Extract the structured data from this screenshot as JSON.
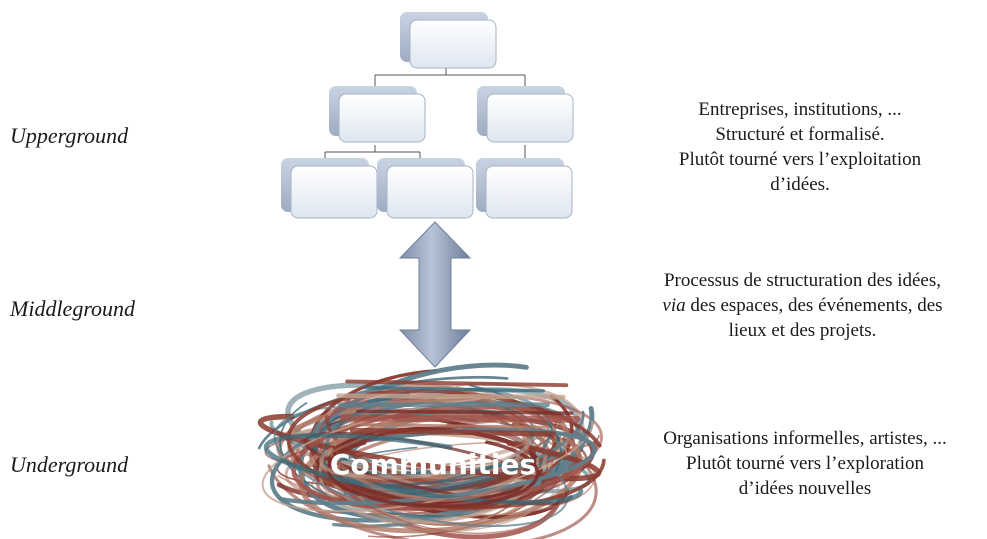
{
  "layers": {
    "upper": "Upperground",
    "middle": "Middleground",
    "under": "Underground"
  },
  "descriptions": {
    "upper": [
      "Entreprises, institutions, ...",
      "Structuré et formalisé.",
      "Plutôt tourné vers l’exploitation",
      "d’idées."
    ],
    "middle": {
      "line1": "Processus de structuration des idées,",
      "line2_italic": "via",
      "line2_rest": " des espaces, des événements, des",
      "line3": "lieux et des projets."
    },
    "under": [
      "Organisations informelles, artistes, ...",
      "Plutôt tourné vers l’exploration",
      "d’idées nouvelles"
    ]
  },
  "scribble_label": "Communities",
  "colors": {
    "box_fill": "#e9eef5",
    "box_stroke": "#9aa7b8",
    "box_shadow": "#b9c4d4",
    "arrow_fill": "#8796b0",
    "scribble": [
      "#8b3a2e",
      "#a0524a",
      "#5f7f8c",
      "#3a6a7a",
      "#b07a66",
      "#7a2f2a",
      "#c2a28f"
    ]
  }
}
